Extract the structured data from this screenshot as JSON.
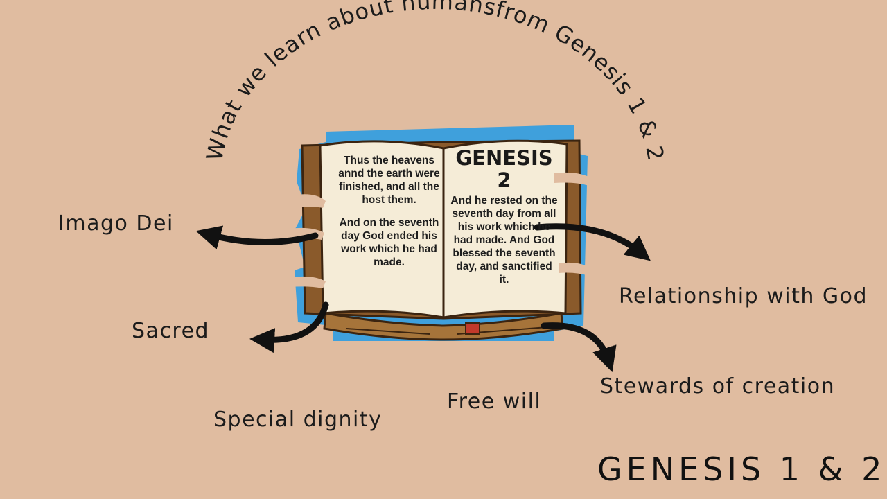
{
  "heading": "What we learn about humansfrom Genesis 1 & 2",
  "book": {
    "left_paragraphs": [
      "Thus the heavens annd the earth were finished, and all the host them.",
      "And on the seventh day God ended his work which he had made."
    ],
    "right_title": "GENESIS 2",
    "right_paragraph": "And he rested on the seventh day from all his work which he had made. And God blessed the seventh day, and sanctified it."
  },
  "labels": {
    "imago_dei": "Imago Dei",
    "relationship": "Relationship with God",
    "sacred": "Sacred",
    "stewards": "Stewards of creation",
    "special_dignity": "Special dignity",
    "free_will": "Free will"
  },
  "footer_title": "GENESIS 1 & 2",
  "colors": {
    "background": "#e0bca0",
    "book_backdrop": "#3fa0dc",
    "page": "#f5ecd7",
    "cover": "#8a5a2b",
    "ink": "#1b1b1b"
  }
}
